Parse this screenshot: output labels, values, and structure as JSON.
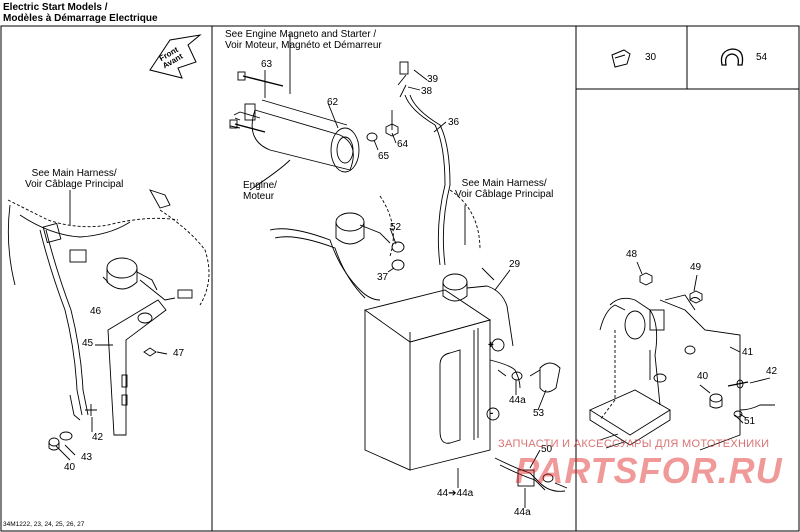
{
  "title": {
    "line1": "Electric Start Models /",
    "line2": "Modèles à Démarrage Electrique"
  },
  "front": {
    "line1": "Front",
    "line2": "Avant"
  },
  "callouts": {
    "magneto_line1": "See Engine Magneto and Starter /",
    "magneto_line2": "Voir Moteur, Magnéto et Démarreur",
    "harness_left_line1": "See Main Harness/",
    "harness_left_line2": "Voir Câblage Principal",
    "harness_mid_line1": "See Main Harness/",
    "harness_mid_line2": "Voir Câblage Principal",
    "engine_line1": "Engine/",
    "engine_line2": "Moteur"
  },
  "part_numbers": {
    "p30": "30",
    "p54": "54",
    "p63": "63",
    "p62": "62",
    "p39": "39",
    "p38": "38",
    "p36": "36",
    "p65": "65",
    "p64": "64",
    "p52": "52",
    "p37": "37",
    "p29": "29",
    "p46": "46",
    "p45": "45",
    "p47": "47",
    "p42a": "42",
    "p43": "43",
    "p40a": "40",
    "p44a_1": "44a",
    "p53": "53",
    "p50": "50",
    "p44a_2": "44a",
    "p44_44a": "44➔44a",
    "p48": "48",
    "p49": "49",
    "p41": "41",
    "p40b": "40",
    "p42b": "42",
    "p51": "51"
  },
  "battery": {
    "plus": "+",
    "minus": "-"
  },
  "watermark": {
    "line1": "ЗАПЧАСТИ И АКСЕССУАРЫ ДЛЯ МОТОТЕХНИКИ",
    "line2": "PARTSFOR.RU"
  },
  "diagram_code": "34M1222, 23, 24, 25, 26, 27",
  "colors": {
    "line": "#000000",
    "dashed": "#555555",
    "watermark": "#e02020"
  }
}
